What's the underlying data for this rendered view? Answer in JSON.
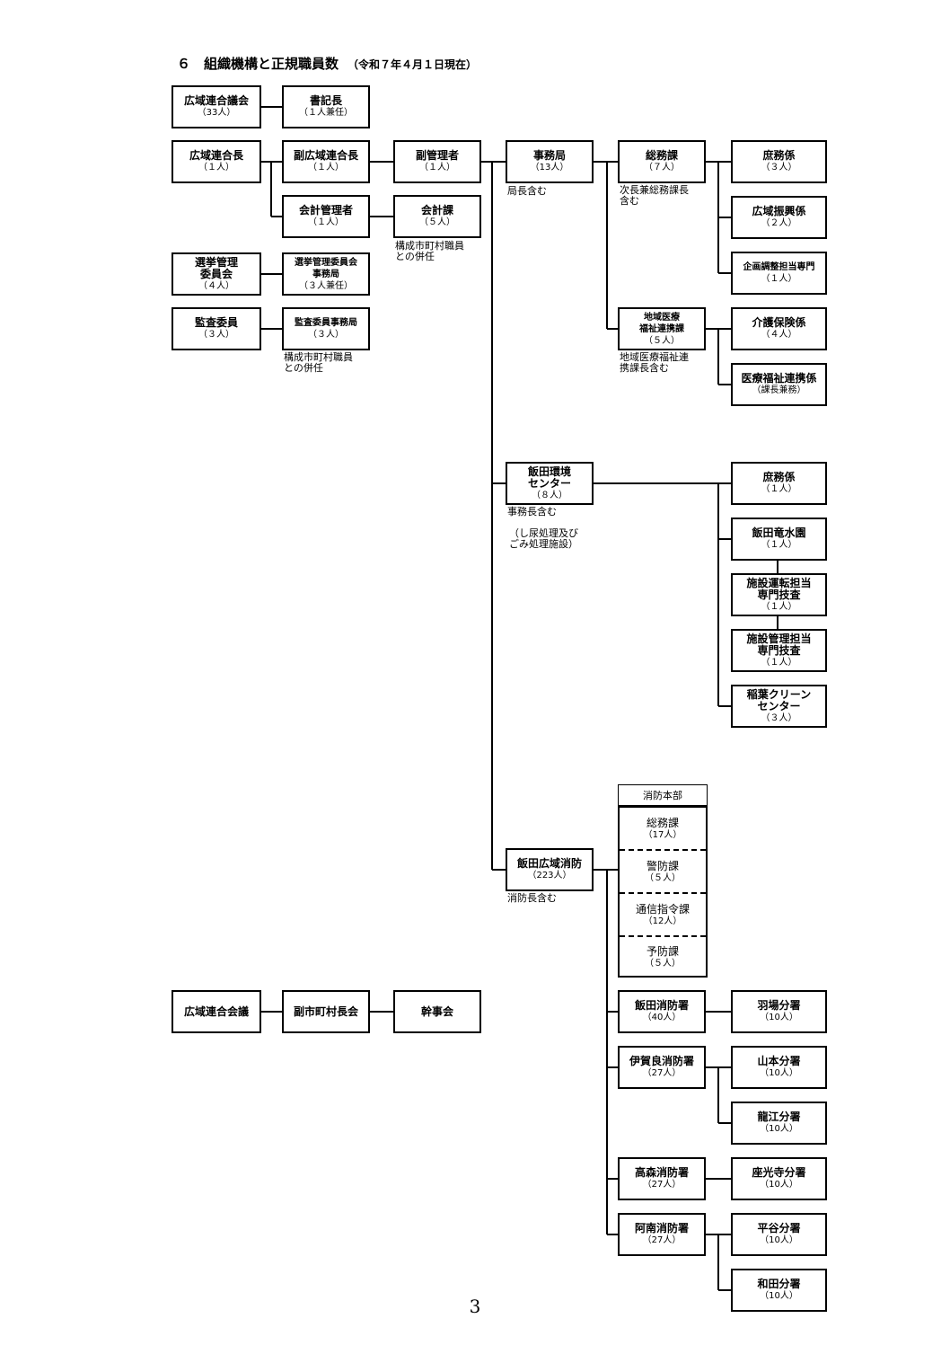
{
  "header": {
    "title": "６　組織機構と正規職員数",
    "as_of": "（令和７年４月１日現在）"
  },
  "nodes": {
    "assembly": {
      "name": "広域連合議会",
      "count": "（33人）"
    },
    "clerk": {
      "name": "書記長",
      "count": "（１人兼任）"
    },
    "head": {
      "name": "広域連合長",
      "count": "（１人）"
    },
    "deputy_head": {
      "name": "副広域連合長",
      "count": "（１人）"
    },
    "vice_manager": {
      "name": "副管理者",
      "count": "（１人）"
    },
    "accountant": {
      "name": "会計管理者",
      "count": "（１人）"
    },
    "accounting_div": {
      "name": "会計課",
      "count": "（５人）"
    },
    "election_cmte": {
      "name_lines": [
        "選挙管理",
        "委員会"
      ],
      "count": "（４人）"
    },
    "election_office": {
      "name_lines": [
        "選挙管理委員会",
        "事務局"
      ],
      "count": "（３人兼任）"
    },
    "auditor": {
      "name": "監査委員",
      "count": "（３人）"
    },
    "audit_office": {
      "name": "監査委員事務局",
      "count": "（３人）"
    },
    "secretariat": {
      "name": "事務局",
      "count": "（13人）"
    },
    "general_affairs": {
      "name": "総務課",
      "count": "（７人）"
    },
    "shomu_1": {
      "name": "庶務係",
      "count": "（３人）"
    },
    "regional_promo": {
      "name": "広域振興係",
      "count": "（２人）"
    },
    "planning": {
      "name": "企画調整担当専門",
      "count": "（１人）"
    },
    "community_care": {
      "name_lines": [
        "地域医療",
        "福祉連携課"
      ],
      "count": "（５人）"
    },
    "care_insurance": {
      "name": "介護保険係",
      "count": "（４人）"
    },
    "medical_welfare": {
      "name": "医療福祉連携係",
      "count": "（課長兼務）"
    },
    "env_center": {
      "name_lines": [
        "飯田環境",
        "センター"
      ],
      "count": "（８人）"
    },
    "shomu_2": {
      "name": "庶務係",
      "count": "（１人）"
    },
    "iida_suisuien": {
      "name": "飯田竜水園",
      "count": "（１人）"
    },
    "facility_operation": {
      "name_lines": [
        "施設運転担当",
        "専門技査"
      ],
      "count": "（１人）"
    },
    "facility_management": {
      "name_lines": [
        "施設管理担当",
        "専門技査"
      ],
      "count": "（１人）"
    },
    "inaba_clean": {
      "name_lines": [
        "稲葉クリーン",
        "センター"
      ],
      "count": "（３人）"
    },
    "fire_dept": {
      "name": "飯田広域消防",
      "count": "（223人）"
    },
    "fire_hq": {
      "label": "消防本部",
      "divisions": [
        {
          "name": "総務課",
          "count": "（17人）"
        },
        {
          "name": "警防課",
          "count": "（５人）"
        },
        {
          "name": "通信指令課",
          "count": "（12人）"
        },
        {
          "name": "予防課",
          "count": "（５人）"
        }
      ]
    },
    "iida_station": {
      "name": "飯田消防署",
      "count": "（40人）"
    },
    "hanba_branch": {
      "name": "羽場分署",
      "count": "（10人）"
    },
    "igara_station": {
      "name": "伊賀良消防署",
      "count": "（27人）"
    },
    "yamamoto_branch": {
      "name": "山本分署",
      "count": "（10人）"
    },
    "tatsue_branch": {
      "name": "龍江分署",
      "count": "（10人）"
    },
    "takamori_station": {
      "name": "高森消防署",
      "count": "（27人）"
    },
    "zakoji_branch": {
      "name": "座光寺分署",
      "count": "（10人）"
    },
    "anan_station": {
      "name": "阿南消防署",
      "count": "（27人）"
    },
    "hiraya_branch": {
      "name": "平谷分署",
      "count": "（10人）"
    },
    "wada_branch": {
      "name": "和田分署",
      "count": "（10人）"
    },
    "council_meeting": {
      "name": "広域連合会議"
    },
    "deputy_mayors": {
      "name": "副市町村長会"
    },
    "executive_cmte": {
      "name": "幹事会"
    }
  },
  "notes": {
    "accounting": [
      "構成市町村職員",
      "との併任"
    ],
    "audit": [
      "構成市町村職員",
      "との併任"
    ],
    "secretariat": "局長含む",
    "general_affairs": [
      "次長兼総務課長",
      "含む"
    ],
    "community_care": [
      "地域医療福祉連",
      "携課長含む"
    ],
    "env_center": "事務長含む",
    "env_facility": [
      "（し尿処理及び",
      "ごみ処理施設）"
    ],
    "fire": "消防長含む"
  },
  "page_number": "3"
}
